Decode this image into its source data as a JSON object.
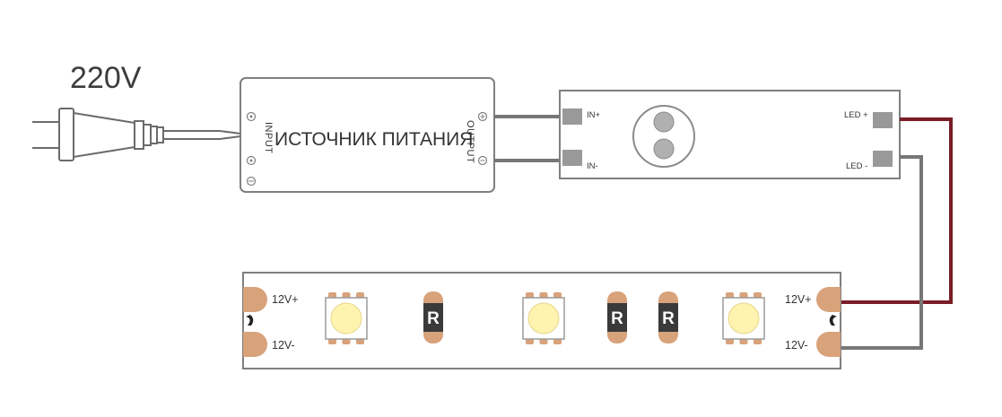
{
  "voltage_label": "220V",
  "power_supply": {
    "title": "ИСТОЧНИК ПИТАНИЯ",
    "input_label": "INPUT",
    "output_label": "OUTPUT"
  },
  "controller": {
    "in_plus": "IN+",
    "in_minus": "IN-",
    "led_plus": "LED +",
    "led_minus": "LED -"
  },
  "led_strip": {
    "left_plus": "12V+",
    "left_minus": "12V-",
    "right_plus": "12V+",
    "right_minus": "12V-",
    "resistor_labels": [
      "R",
      "R",
      "R"
    ]
  },
  "colors": {
    "wire_positive": "#7a1c26",
    "wire_gray": "#777777",
    "outline": "#7f7f7f",
    "pad": "#d8a27a",
    "led": "#fff3b0",
    "resistor": "#3a3a3a"
  }
}
